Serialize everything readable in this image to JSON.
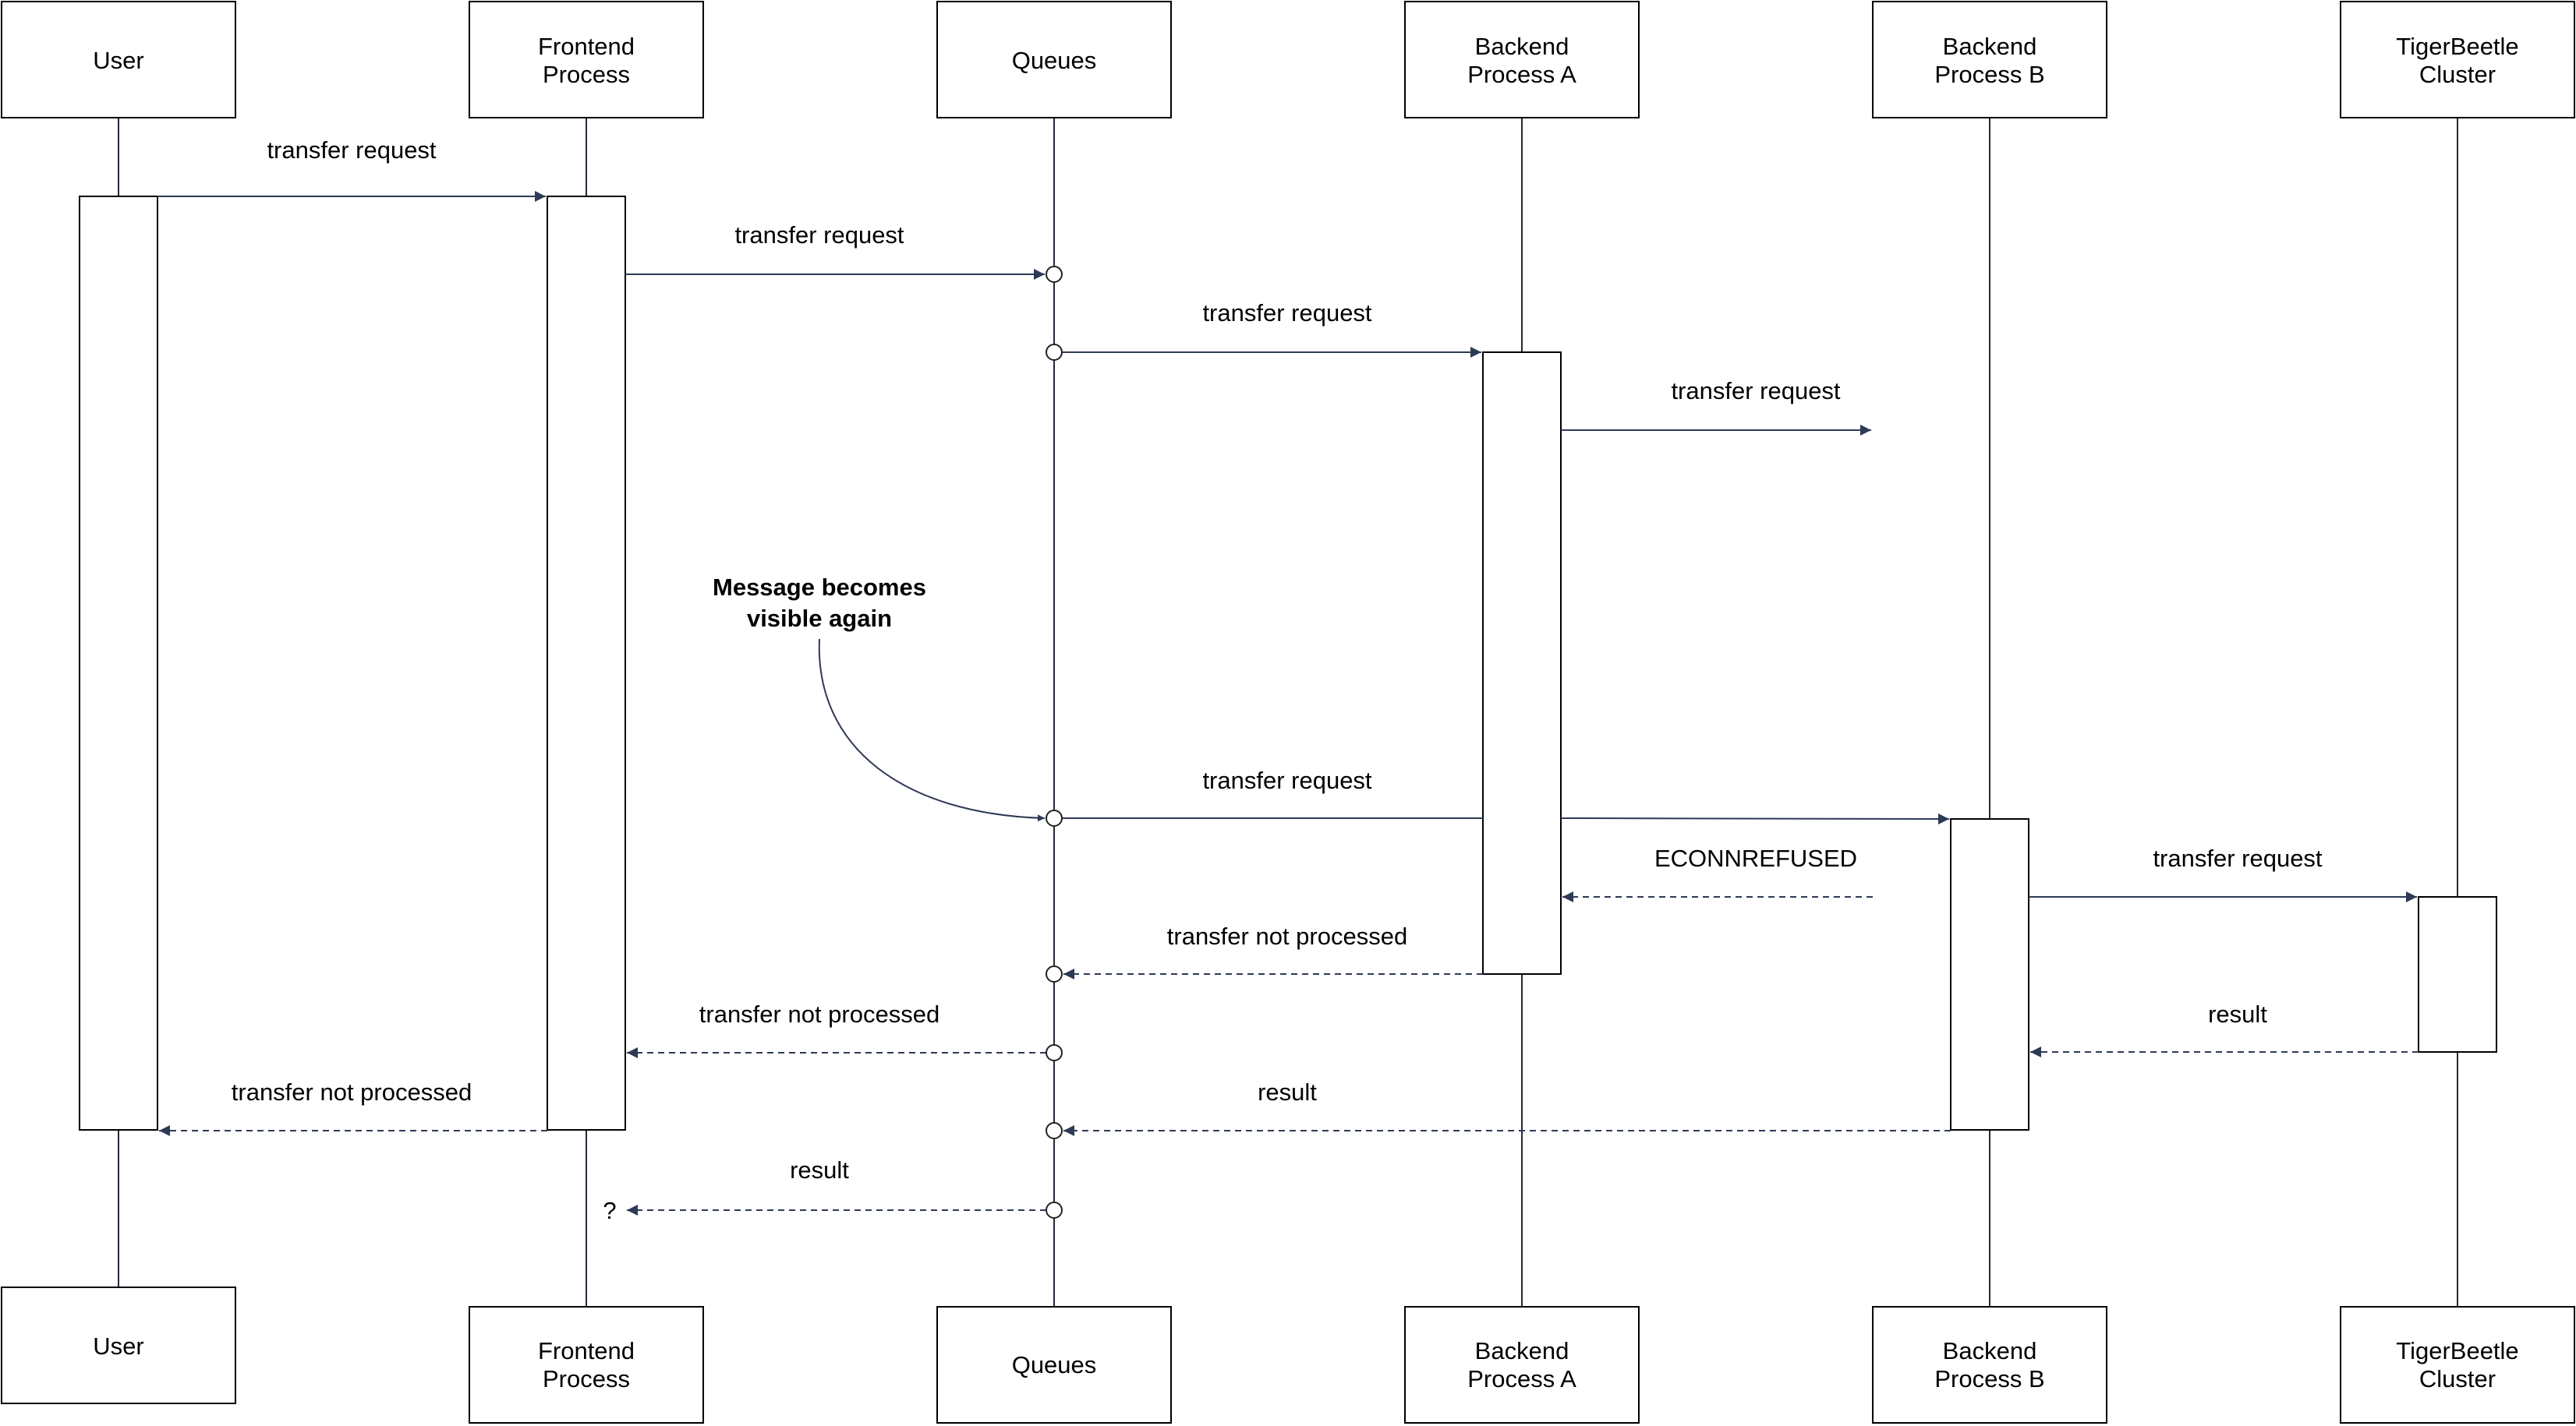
{
  "participants": [
    {
      "id": "user",
      "lines": [
        "User"
      ]
    },
    {
      "id": "frontend",
      "lines": [
        "Frontend",
        "Process"
      ]
    },
    {
      "id": "queues",
      "lines": [
        "Queues"
      ]
    },
    {
      "id": "backend-a",
      "lines": [
        "Backend",
        "Process A"
      ]
    },
    {
      "id": "backend-b",
      "lines": [
        "Backend",
        "Process B"
      ]
    },
    {
      "id": "tigerbeetle",
      "lines": [
        "TigerBeetle",
        "Cluster"
      ]
    }
  ],
  "messages": [
    {
      "label": "transfer request",
      "from": "user",
      "to": "frontend",
      "style": "solid"
    },
    {
      "label": "transfer request",
      "from": "frontend",
      "to": "queues",
      "style": "solid"
    },
    {
      "label": "transfer request",
      "from": "queues",
      "to": "backend-a",
      "style": "solid"
    },
    {
      "label": "transfer request",
      "from": "backend-a",
      "to": "backend-b",
      "style": "solid",
      "lost": true
    },
    {
      "label": "transfer request",
      "from": "queues",
      "to": "backend-b",
      "style": "solid"
    },
    {
      "label": "ECONNREFUSED",
      "from": "backend-b",
      "to": "backend-a",
      "style": "dashed"
    },
    {
      "label": "transfer request",
      "from": "backend-b",
      "to": "tigerbeetle",
      "style": "solid"
    },
    {
      "label": "transfer not processed",
      "from": "backend-a",
      "to": "queues",
      "style": "dashed"
    },
    {
      "label": "result",
      "from": "tigerbeetle",
      "to": "backend-b",
      "style": "dashed"
    },
    {
      "label": "transfer not processed",
      "from": "queues",
      "to": "frontend",
      "style": "dashed"
    },
    {
      "label": "result",
      "from": "backend-b",
      "to": "queues",
      "style": "dashed"
    },
    {
      "label": "transfer not processed",
      "from": "frontend",
      "to": "user",
      "style": "dashed"
    },
    {
      "label": "result",
      "from": "queues",
      "to": "frontend",
      "style": "dashed",
      "unknown_receiver": true
    }
  ],
  "note": {
    "lines": [
      "Message becomes",
      "visible again"
    ]
  },
  "unknown_marker": "?"
}
